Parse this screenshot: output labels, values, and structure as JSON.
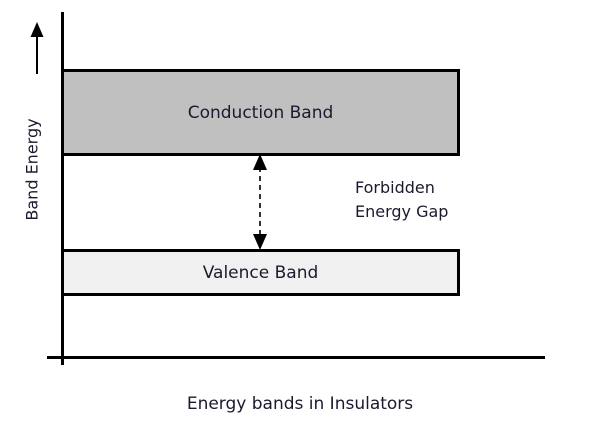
{
  "figure": {
    "caption": "Energy bands in Insulators",
    "background_color": "#ffffff",
    "text_color": "#1a1a2e"
  },
  "axes": {
    "y_axis_title": "Band Energy",
    "y_axis_direction_icon": "up-arrow-icon",
    "axis_color": "#000000"
  },
  "bands": {
    "conduction": {
      "label": "Conduction Band",
      "fill_color": "#c0c0c0",
      "border_color": "#000000"
    },
    "valence": {
      "label": "Valence Band",
      "fill_color": "#f0f0f0",
      "border_color": "#000000"
    }
  },
  "gap": {
    "label_line1": "Forbidden",
    "label_line2": "Energy Gap",
    "arrow_icon": "double-headed-dashed-arrow-icon",
    "arrow_color": "#000000"
  },
  "chart_data": {
    "type": "diagram",
    "title": "Energy bands in Insulators",
    "ylabel": "Band Energy",
    "xlabel": "",
    "grid": false,
    "legend": "none",
    "annotations": [
      "Forbidden Energy Gap"
    ],
    "categories": [
      "Conduction Band",
      "Forbidden Energy Gap",
      "Valence Band"
    ],
    "regions": [
      {
        "name": "Conduction Band",
        "kind": "band",
        "y_bottom": 0.565,
        "y_top": 0.818,
        "fill": "#c0c0c0"
      },
      {
        "name": "Forbidden Energy Gap",
        "kind": "gap",
        "y_bottom": 0.295,
        "y_top": 0.565,
        "fill": "#ffffff"
      },
      {
        "name": "Valence Band",
        "kind": "band",
        "y_bottom": 0.178,
        "y_top": 0.295,
        "fill": "#f0f0f0"
      }
    ]
  }
}
